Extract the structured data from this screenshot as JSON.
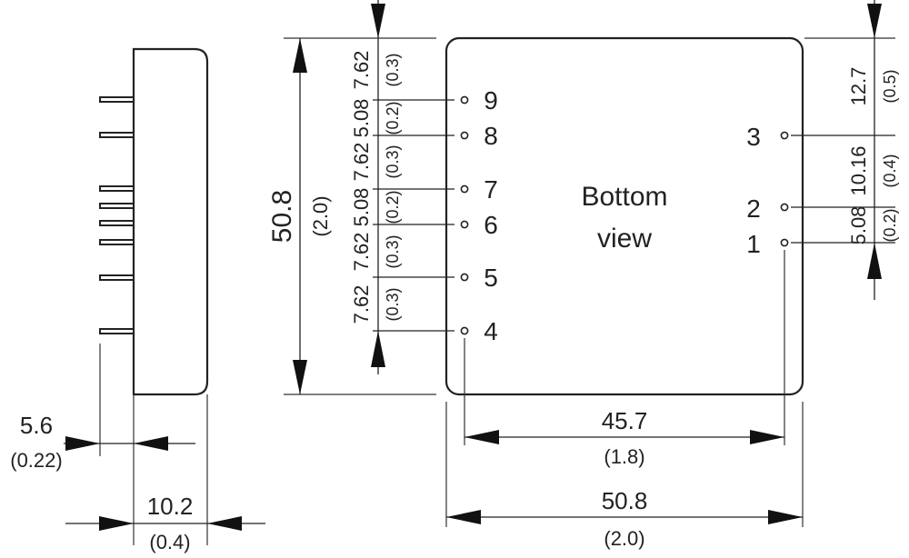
{
  "title": "",
  "center_label_line1": "Bottom",
  "center_label_line2": "view",
  "pins": [
    {
      "id": "9",
      "label": "9"
    },
    {
      "id": "8",
      "label": "8"
    },
    {
      "id": "7",
      "label": "7"
    },
    {
      "id": "6",
      "label": "6"
    },
    {
      "id": "5",
      "label": "5"
    },
    {
      "id": "4",
      "label": "4"
    },
    {
      "id": "3",
      "label": "3"
    },
    {
      "id": "2",
      "label": "2"
    },
    {
      "id": "1",
      "label": "1"
    }
  ],
  "dims": {
    "height_mm": "50.8",
    "height_in": "(2.0)",
    "width_mm": "50.8",
    "width_in": "(2.0)",
    "pin_span_mm": "45.7",
    "pin_span_in": "(1.8)",
    "depth_mm": "10.2",
    "depth_in": "(0.4)",
    "pin_len_mm": "5.6",
    "pin_len_in": "(0.22)",
    "left_pitch": [
      {
        "mm": "7.62",
        "in": "(0.3)"
      },
      {
        "mm": "5.08",
        "in": "(0.2)"
      },
      {
        "mm": "7.62",
        "in": "(0.3)"
      },
      {
        "mm": "5.08",
        "in": "(0.2)"
      },
      {
        "mm": "7.62",
        "in": "(0.3)"
      },
      {
        "mm": "7.62",
        "in": "(0.3)"
      }
    ],
    "right_pitch": [
      {
        "mm": "12.7",
        "in": "(0.5)"
      },
      {
        "mm": "10.16",
        "in": "(0.4)"
      },
      {
        "mm": "5.08",
        "in": "(0.2)"
      }
    ]
  }
}
